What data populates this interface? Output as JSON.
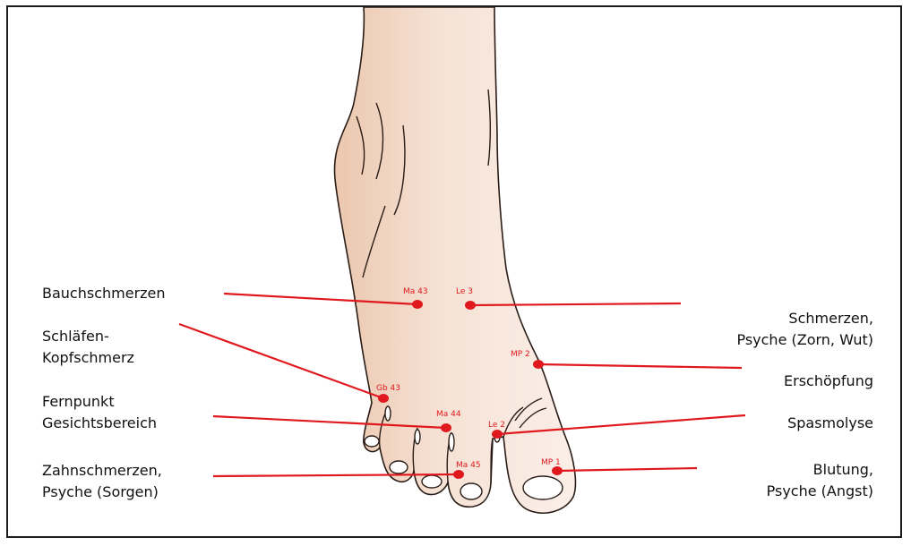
{
  "points": {
    "ma43": "Ma 43",
    "le3": "Le 3",
    "mp2": "MP 2",
    "gb43": "Gb 43",
    "ma44": "Ma 44",
    "le2": "Le 2",
    "mp1": "MP 1",
    "ma45": "Ma 45"
  },
  "labels": {
    "bauch": "Bauchschmerzen",
    "schlaefen_1": "Schläfen-",
    "schlaefen_2": "Kopfschmerz",
    "fern_1": "Fernpunkt",
    "fern_2": "Gesichtsbereich",
    "zahn_1": "Zahnschmerzen,",
    "zahn_2": "Psyche (Sorgen)",
    "schmerz_1": "Schmerzen,",
    "schmerz_2": "Psyche (Zorn, Wut)",
    "erschoepfung": "Erschöpfung",
    "spasmolyse": "Spasmolyse",
    "blutung_1": "Blutung,",
    "blutung_2": "Psyche (Angst)"
  },
  "colors": {
    "marker": "#e0191e",
    "skin_light": "#fbeee6",
    "skin_dark": "#edcbb4",
    "outline": "#2a1d17"
  }
}
